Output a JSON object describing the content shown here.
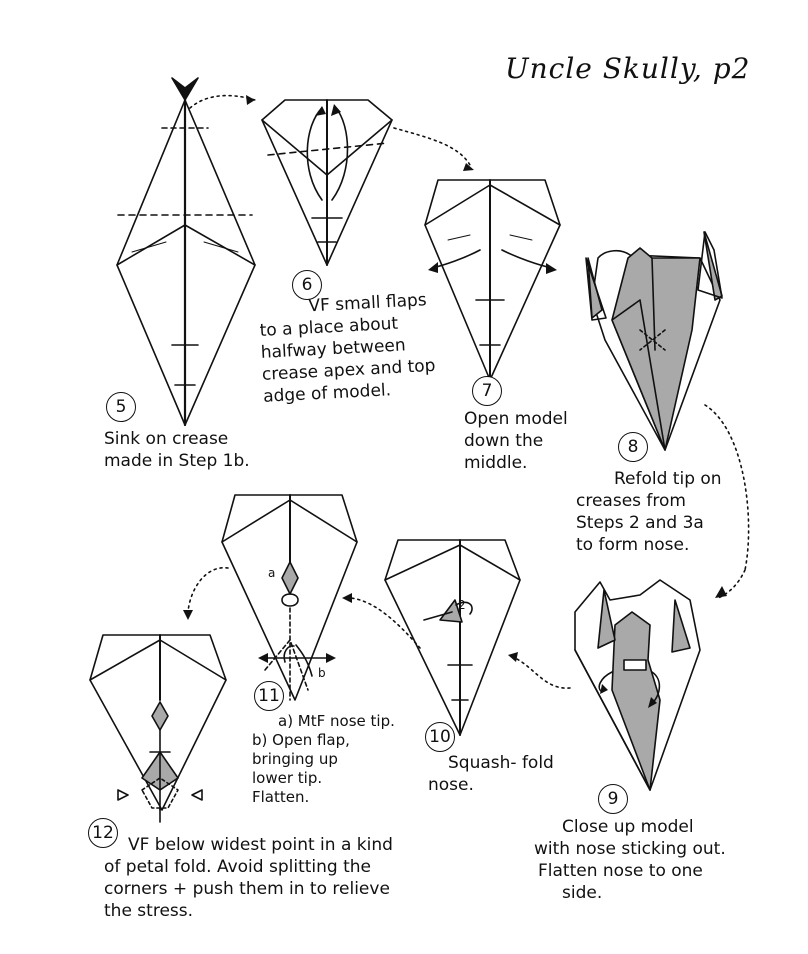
{
  "title": "Uncle Skully, p2",
  "steps": {
    "s5": {
      "number": "5",
      "lines": [
        "Sink on crease",
        "made in Step 1b."
      ]
    },
    "s6": {
      "number": "6",
      "lines": [
        "VF small flaps",
        "to a place about",
        "halfway between",
        "crease apex and top",
        "adge of model."
      ]
    },
    "s7": {
      "number": "7",
      "lines": [
        "Open model",
        "down the",
        "middle."
      ]
    },
    "s8": {
      "number": "8",
      "lines": [
        "Refold tip on",
        "creases from",
        "Steps 2 and 3a",
        "to form nose."
      ]
    },
    "s9": {
      "number": "9",
      "lines": [
        "Close up model",
        "with nose sticking out.",
        "Flatten nose to one",
        "side."
      ]
    },
    "s10": {
      "number": "10",
      "lines": [
        "Squash- fold",
        "nose."
      ]
    },
    "s11": {
      "number": "11",
      "lines": [
        "a) MtF nose tip.",
        "b) Open flap,",
        "bringing up",
        "lower tip.",
        "Flatten."
      ]
    },
    "s12": {
      "number": "12",
      "lines": [
        "VF below widest point in a kind",
        "of petal fold. Avoid splitting the",
        "corners + push them in to relieve",
        "the stress."
      ]
    }
  },
  "labels": {
    "a": "a",
    "b": "b",
    "two": "2"
  },
  "colors": {
    "ink": "#111111",
    "shade": "#a9a9a9"
  }
}
